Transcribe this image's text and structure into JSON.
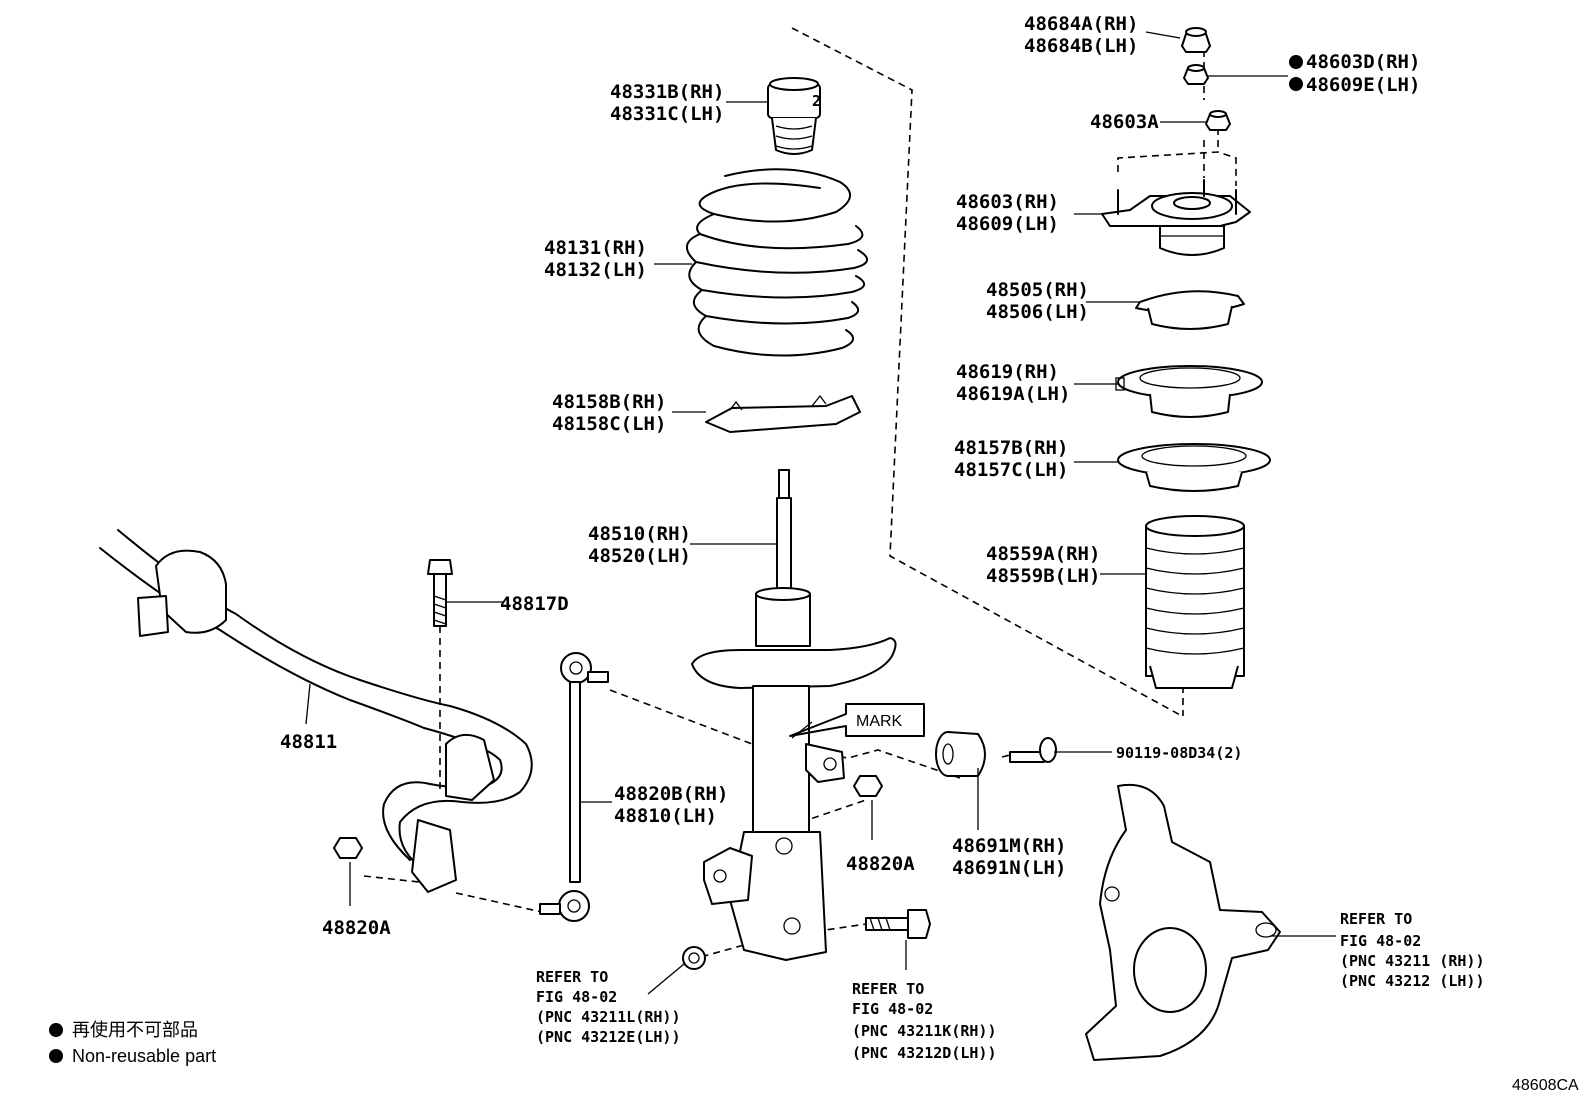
{
  "figure_code": "48608CA",
  "mark_label": "MARK",
  "parts": {
    "nut_48684": [
      "48684A(RH)",
      "48684B(LH)"
    ],
    "nut_48603d": [
      "48603D(RH)",
      "48609E(LH)"
    ],
    "nut_48603a": "48603A",
    "mount_48603": [
      "48603(RH)",
      "48609(LH)"
    ],
    "bearing_48505": [
      "48505(RH)",
      "48506(LH)"
    ],
    "seat_48619": [
      "48619(RH)",
      "48619A(LH)"
    ],
    "insulator_48157": [
      "48157B(RH)",
      "48157C(LH)"
    ],
    "boot_48559": [
      "48559A(RH)",
      "48559B(LH)"
    ],
    "bumper_48331": [
      "48331B(RH)",
      "48331C(LH)"
    ],
    "spring_48131": [
      "48131(RH)",
      "48132(LH)"
    ],
    "insulator_48158": [
      "48158B(RH)",
      "48158C(LH)"
    ],
    "shock_48510": [
      "48510(RH)",
      "48520(LH)"
    ],
    "bolt_48817": "48817D",
    "stabilizer_48811": "48811",
    "link_48820": [
      "48820B(RH)",
      "48810(LH)"
    ],
    "nut_48820a_center": "48820A",
    "nut_48820a_left": "48820A",
    "bushing_48691": [
      "48691M(RH)",
      "48691N(LH)"
    ],
    "bolt_90119": "90119-08D34(2)"
  },
  "refs": {
    "ref_left": [
      "REFER TO",
      "FIG 48-02",
      "(PNC 43211L(RH))",
      "(PNC 43212E(LH))"
    ],
    "ref_center": [
      "REFER TO",
      "FIG 48-02",
      "(PNC 43211K(RH))",
      "(PNC 43212D(LH))"
    ],
    "ref_right": [
      "REFER TO",
      "FIG 48-02",
      "(PNC 43211 (RH))",
      "(PNC 43212 (LH))"
    ]
  },
  "legend": {
    "line1": "再使用不可部品",
    "line2": "Non-reusable part"
  }
}
